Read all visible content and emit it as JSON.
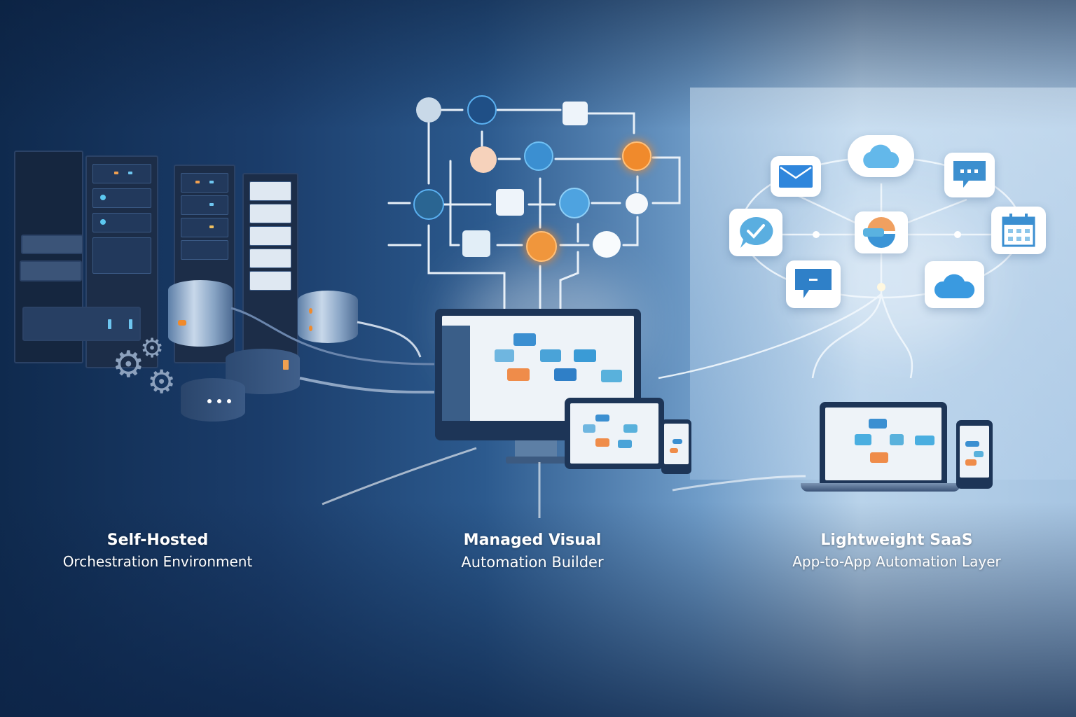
{
  "panels": [
    {
      "id": "self-hosted",
      "title": "Self-Hosted",
      "subtitle": "Orchestration Environment",
      "icons": [
        "server-rack-icon",
        "database-icon",
        "gear-icon",
        "network-switch-icon"
      ]
    },
    {
      "id": "managed-visual",
      "title": "Managed Visual",
      "subtitle": "Automation Builder",
      "icons": [
        "workflow-diagram-icon",
        "desktop-monitor-icon",
        "tablet-icon",
        "smartphone-icon"
      ]
    },
    {
      "id": "lightweight-saas",
      "title": "Lightweight SaaS",
      "subtitle": "App-to-App Automation Layer",
      "icons": [
        "email-icon",
        "cloud-icon",
        "chat-icon",
        "checkmark-chat-icon",
        "calendar-icon",
        "message-icon",
        "hub-icon",
        "laptop-icon",
        "smartphone-icon"
      ]
    }
  ],
  "colors": {
    "dark_navy": "#0f2a4e",
    "mid_blue": "#2c5a8e",
    "light_blue": "#b9d3ea",
    "node_blue": "#3b8fd1",
    "accent_orange": "#f08a2c",
    "peach": "#f6d2bb",
    "white": "#ffffff"
  }
}
